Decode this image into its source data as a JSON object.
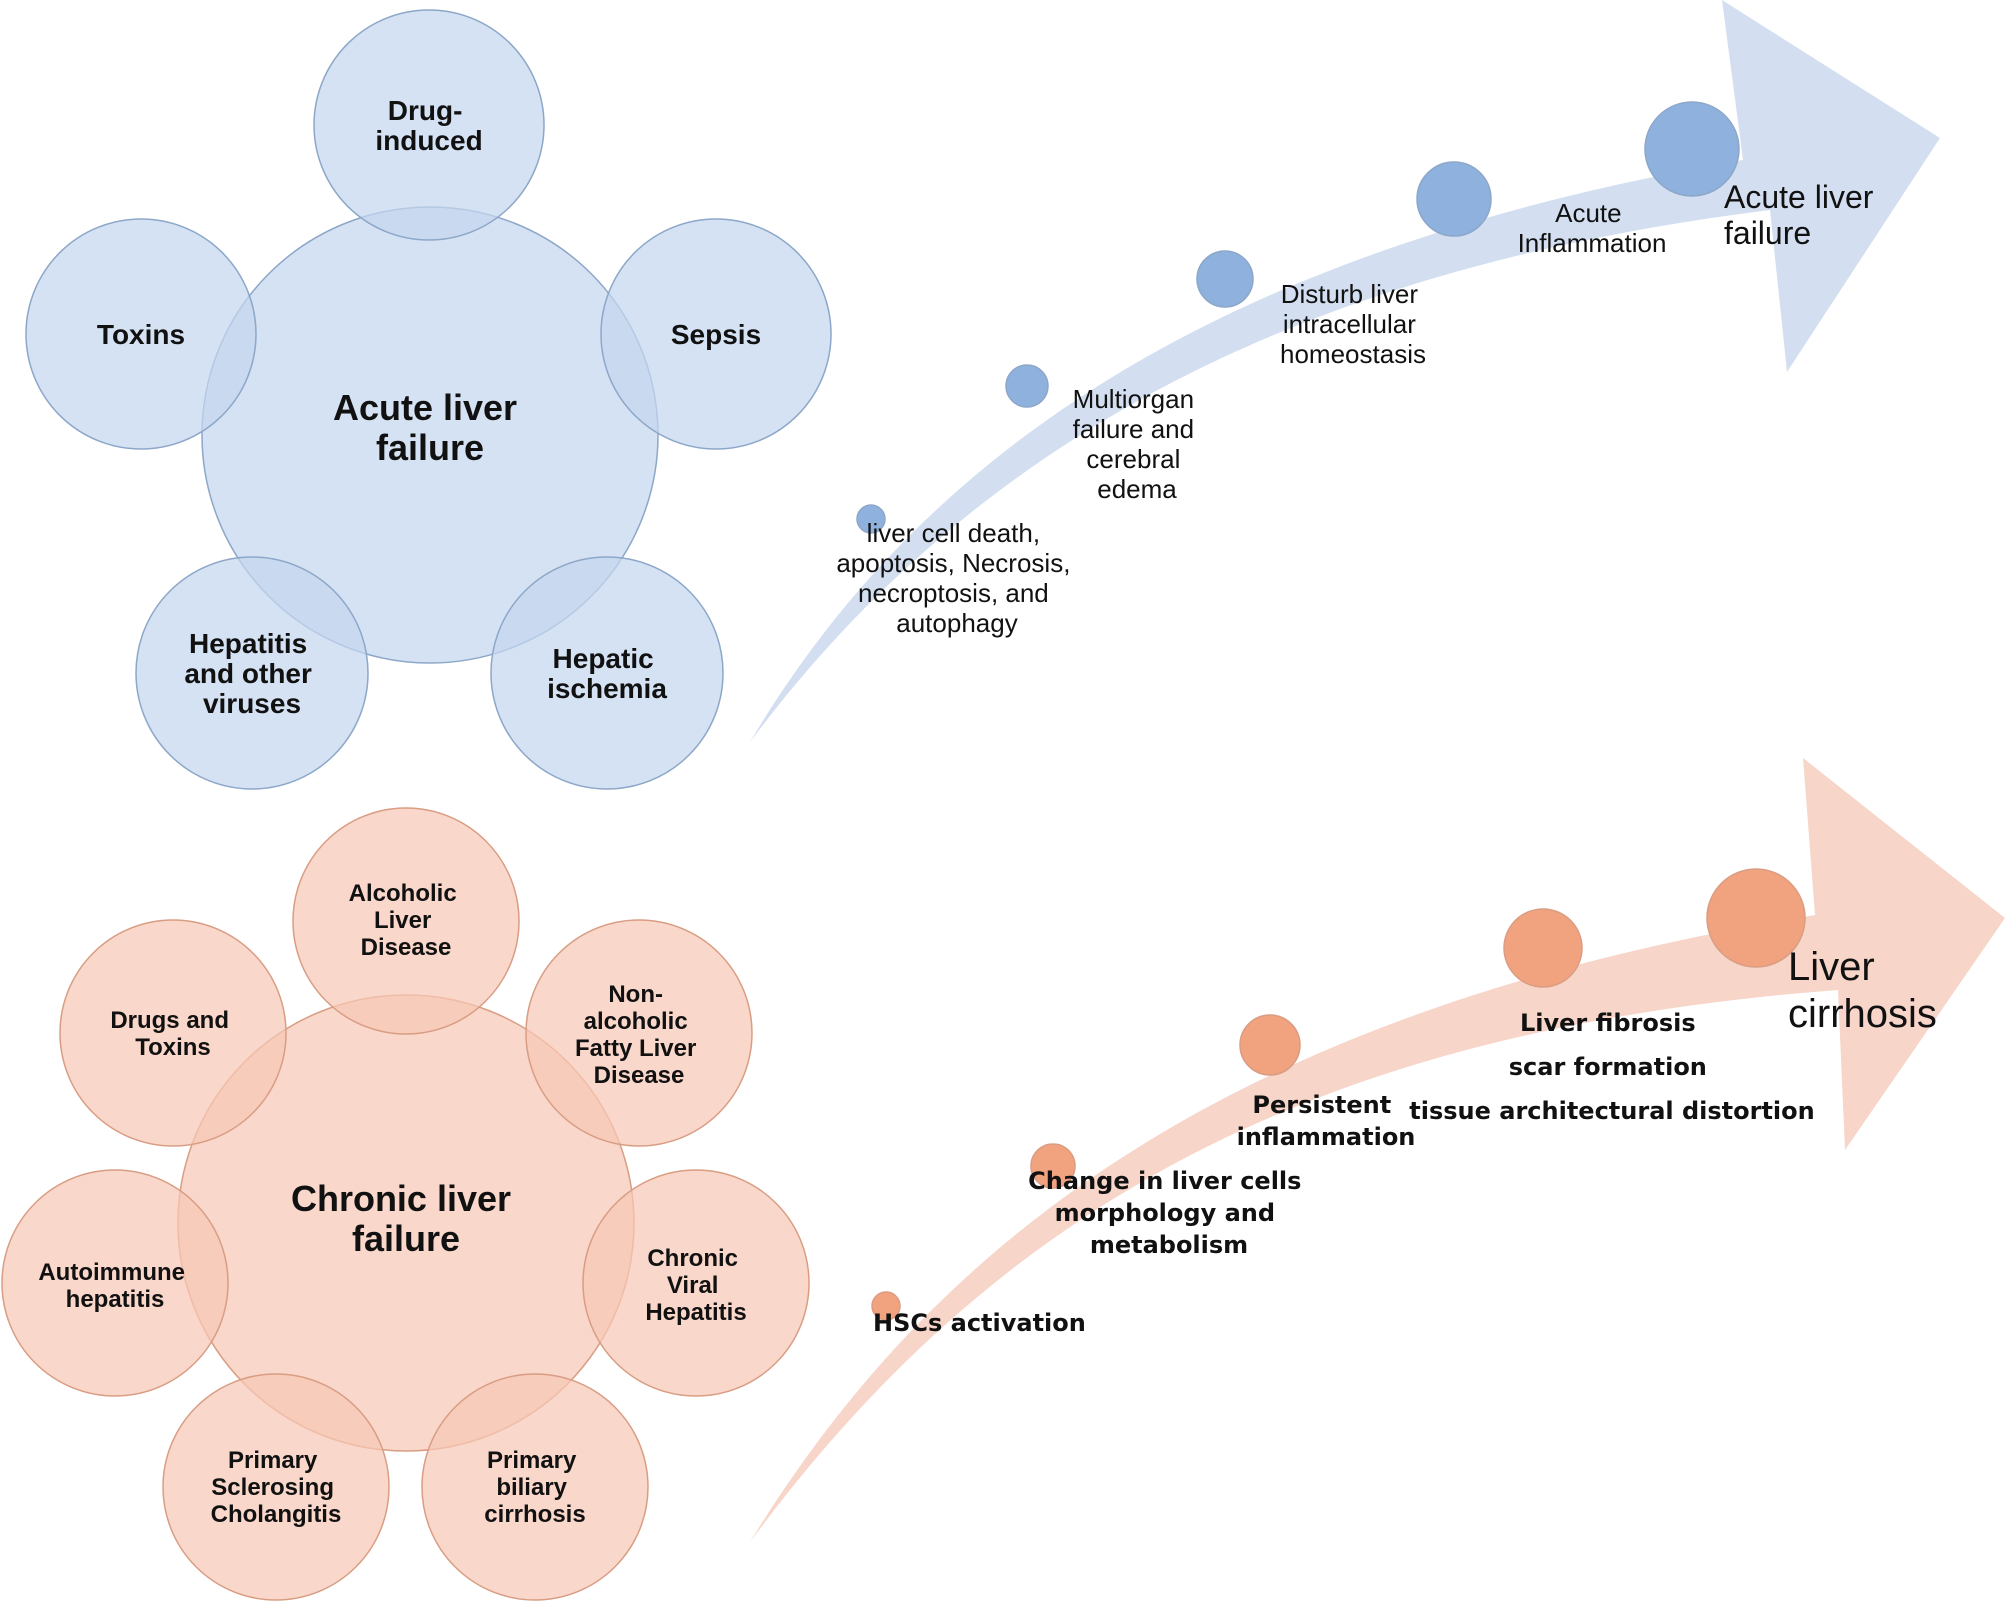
{
  "colors": {
    "acute_fill": "#c5d7ee",
    "acute_stroke": "#8da7c9",
    "acute_arrow": "#d3dff0",
    "acute_dot": "#8fb1dd",
    "chronic_fill": "#f6c8b5",
    "chronic_stroke": "#d99d83",
    "chronic_arrow": "#f7d5c8",
    "chronic_dot": "#f1a27f"
  },
  "acute": {
    "center": [
      "Acute liver",
      "failure"
    ],
    "causes": [
      {
        "lines": [
          "Drug-",
          "induced"
        ]
      },
      {
        "lines": [
          "Toxins"
        ]
      },
      {
        "lines": [
          "Sepsis"
        ]
      },
      {
        "lines": [
          "Hepatitis",
          "and other",
          "viruses"
        ]
      },
      {
        "lines": [
          "Hepatic",
          "ischemia"
        ]
      }
    ],
    "stages": [
      {
        "lines": [
          "liver cell death,",
          "apoptosis, Necrosis,",
          "necroptosis, and",
          "autophagy"
        ]
      },
      {
        "lines": [
          "Multiorgan",
          "failure and",
          "cerebral",
          "edema"
        ]
      },
      {
        "lines": [
          "Disturb liver",
          "intracellular",
          "homeostasis"
        ]
      },
      {
        "lines": [
          "Acute",
          "Inflammation"
        ]
      },
      {
        "lines": [
          "Acute liver",
          "failure"
        ]
      }
    ]
  },
  "chronic": {
    "center": [
      "Chronic liver",
      "failure"
    ],
    "causes": [
      {
        "lines": [
          "Alcoholic",
          "Liver",
          "Disease"
        ]
      },
      {
        "lines": [
          "Non-",
          "alcoholic",
          "Fatty Liver",
          "Disease"
        ]
      },
      {
        "lines": [
          "Drugs and",
          "Toxins"
        ]
      },
      {
        "lines": [
          "Autoimmune",
          "hepatitis"
        ]
      },
      {
        "lines": [
          "Chronic",
          "Viral",
          "Hepatitis"
        ]
      },
      {
        "lines": [
          "Primary",
          "Sclerosing",
          "Cholangitis"
        ]
      },
      {
        "lines": [
          "Primary",
          "biliary",
          "cirrhosis"
        ]
      }
    ],
    "stages": [
      {
        "lines": [
          "HSCs activation"
        ]
      },
      {
        "lines": [
          "Change in liver cells",
          "morphology and",
          "metabolism"
        ]
      },
      {
        "lines": [
          "Persistent",
          "inflammation"
        ]
      },
      {
        "lines": [
          "Liver fibrosis",
          "scar formation",
          "tissue architectural distortion"
        ]
      },
      {
        "lines": [
          "Liver",
          "cirrhosis"
        ]
      }
    ]
  }
}
